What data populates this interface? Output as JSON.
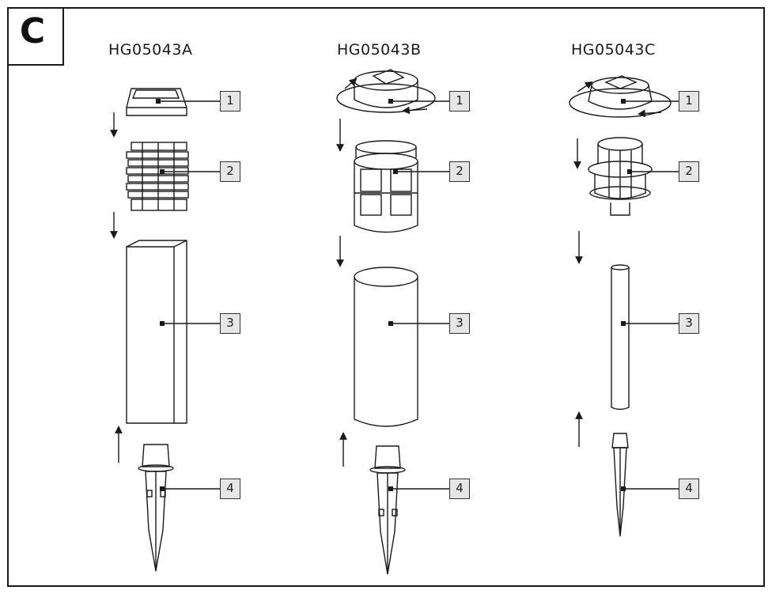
{
  "panel": {
    "letter": "C"
  },
  "models": [
    {
      "title": "HG05043A"
    },
    {
      "title": "HG05043B"
    },
    {
      "title": "HG05043C"
    }
  ],
  "callouts": [
    "1",
    "2",
    "3",
    "4"
  ],
  "colors": {
    "line": "#1a1a1a",
    "callout_fill": "#e6e6e6"
  }
}
